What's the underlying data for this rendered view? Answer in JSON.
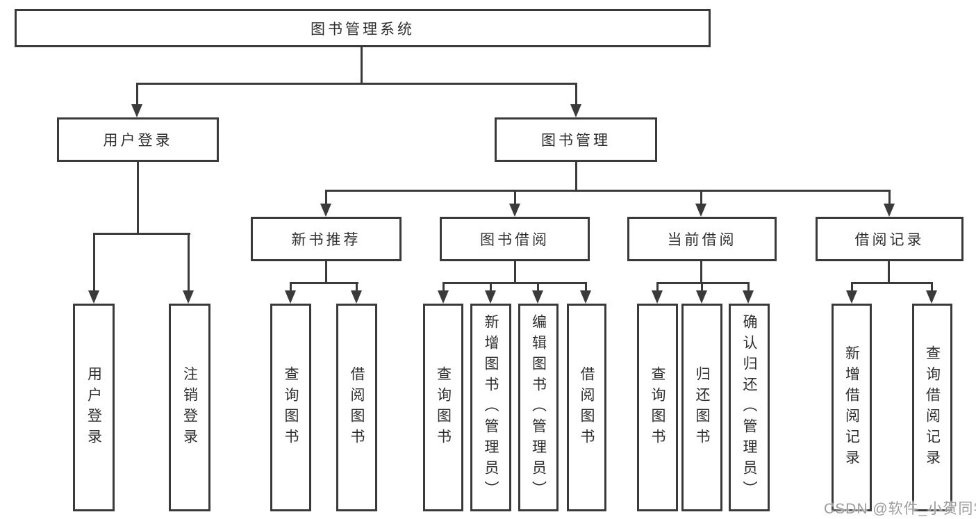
{
  "root": {
    "label": "图书管理系统"
  },
  "level2": [
    {
      "label": "用户登录"
    },
    {
      "label": "图书管理"
    }
  ],
  "level3": [
    {
      "label": "新书推荐"
    },
    {
      "label": "图书借阅"
    },
    {
      "label": "当前借阅"
    },
    {
      "label": "借阅记录"
    }
  ],
  "leaves": {
    "userLogin": [
      "用户登录",
      "注销登录"
    ],
    "newBookRec": [
      "查询图书",
      "借阅图书"
    ],
    "bookBorrow": [
      "查询图书",
      "新增图书（管理员）",
      "编辑图书（管理员）",
      "借阅图书"
    ],
    "currentBorrow": [
      "查询图书",
      "归还图书",
      "确认归还（管理员）"
    ],
    "borrowRecord": [
      "新增借阅记录",
      "查询借阅记录"
    ]
  },
  "watermark": {
    "text": "CSDN @软件_小贺同学",
    "color": "#9c9c9c"
  },
  "colors": {
    "line": "#3a3a3a",
    "text": "#2e2e2e",
    "background": "#ffffff"
  }
}
